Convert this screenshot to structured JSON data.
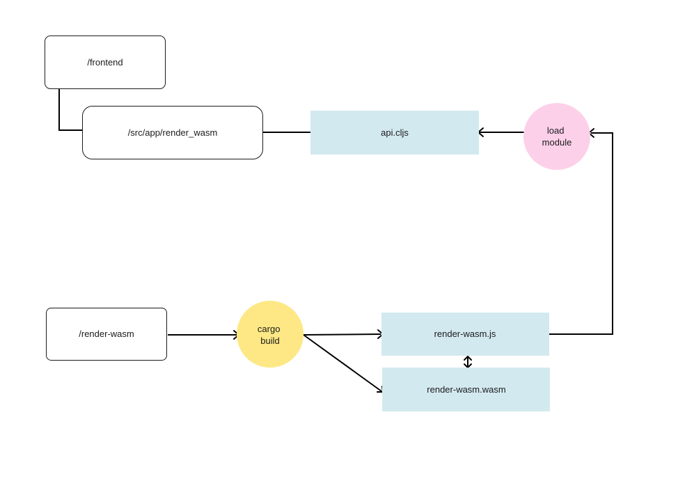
{
  "nodes": {
    "frontend": "/frontend",
    "src_app_render_wasm": "/src/app/render_wasm",
    "api_cljs": "api.cljs",
    "load_module": [
      "load",
      "module"
    ],
    "render_wasm_dir": "/render-wasm",
    "cargo_build": [
      "cargo",
      "build"
    ],
    "render_wasm_js": "render-wasm.js",
    "render_wasm_wasm": "render-wasm.wasm"
  },
  "colors": {
    "blue_box": "#d3e9f0",
    "pink_circle": "#fdd0e9",
    "yellow_circle": "#fde885",
    "line": "#000000"
  }
}
